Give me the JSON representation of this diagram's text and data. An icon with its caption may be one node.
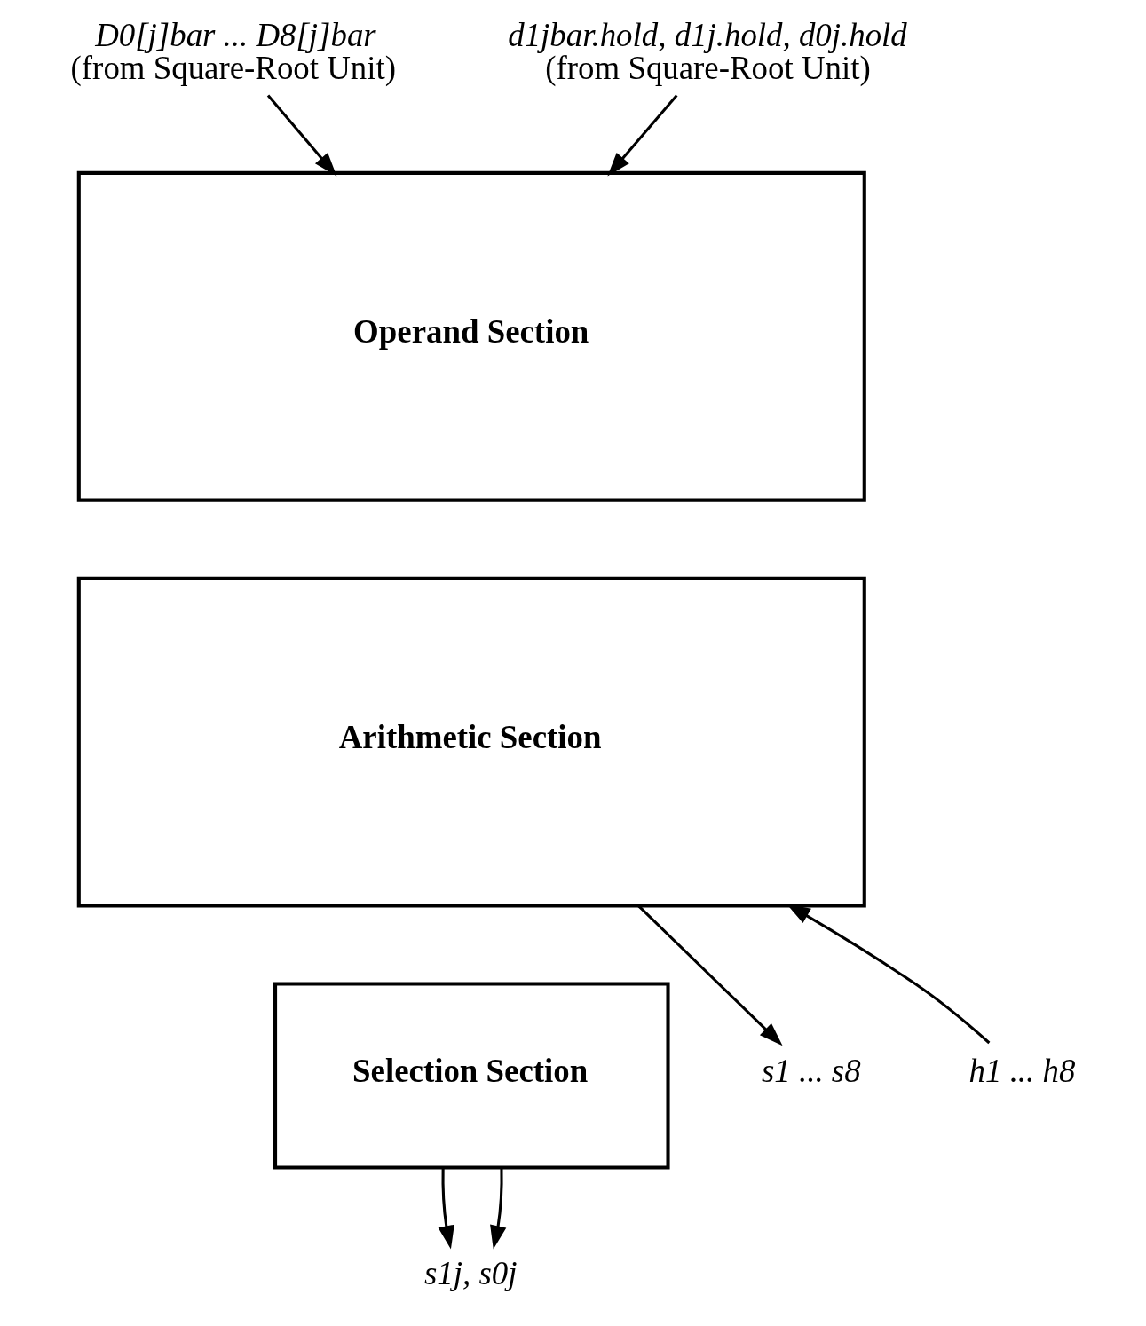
{
  "diagram": {
    "nodes": [
      {
        "text": [
          "D0[j]bar ... D8[j]bar",
          "(from Square-Root Unit)"
        ]
      },
      {
        "text": [
          "d1jbar.hold, d1j.hold, d0j.hold",
          "(from Square-Root Unit)"
        ]
      },
      {
        "text": [
          "Operand Section"
        ]
      },
      {
        "text": [
          "Arithmetic Section"
        ]
      },
      {
        "text": [
          "Selection Section"
        ]
      },
      {
        "text": [
          "h1 ... h8"
        ]
      },
      {
        "text": [
          "s1 ... s8"
        ]
      },
      {
        "text": [
          "s1j, s0j"
        ]
      }
    ],
    "edges": [
      {
        "from": 0,
        "to": 2,
        "arrow": "to"
      },
      {
        "from": 1,
        "to": 2,
        "arrow": "to"
      },
      {
        "from": 5,
        "to": 3,
        "arrow": "to"
      },
      {
        "from": 3,
        "to": 6,
        "arrow": "to"
      },
      {
        "from": 4,
        "to": 7,
        "arrow": "to"
      },
      {
        "from": 4,
        "to": 7,
        "arrow": "to"
      }
    ]
  }
}
